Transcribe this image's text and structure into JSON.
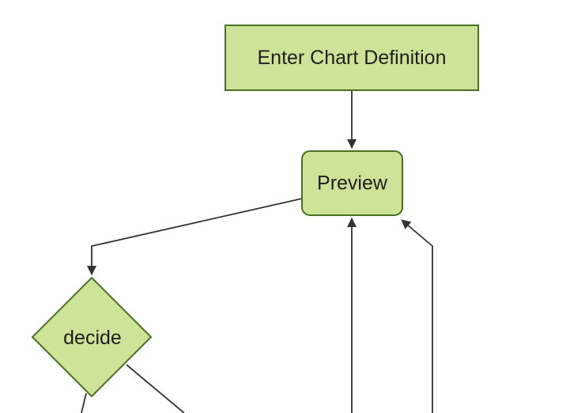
{
  "diagram": {
    "type": "flowchart",
    "direction": "top-down",
    "nodes": [
      {
        "id": "A",
        "label": "Enter Chart Definition",
        "shape": "rectangle"
      },
      {
        "id": "B",
        "label": "Preview",
        "shape": "rounded-rectangle"
      },
      {
        "id": "C",
        "label": "decide",
        "shape": "diamond"
      }
    ],
    "edges": [
      {
        "from": "A",
        "to": "B",
        "arrow": true
      },
      {
        "from": "B",
        "to": "C",
        "arrow": true
      },
      {
        "from": "offscreen-bottom-center",
        "to": "B",
        "arrow": true
      },
      {
        "from": "offscreen-bottom-right",
        "to": "B",
        "arrow": true
      },
      {
        "from": "C",
        "to": "offscreen-bottom-left",
        "arrow": false,
        "note": "cut off at bottom edge"
      },
      {
        "from": "C",
        "to": "offscreen-bottom-right",
        "arrow": false,
        "note": "cut off at bottom edge"
      }
    ]
  },
  "colors": {
    "background": "#ffffff",
    "node_fill": "#cde498",
    "node_border": "#4a7023",
    "edge": "#333333",
    "text": "#1f1f1f"
  }
}
